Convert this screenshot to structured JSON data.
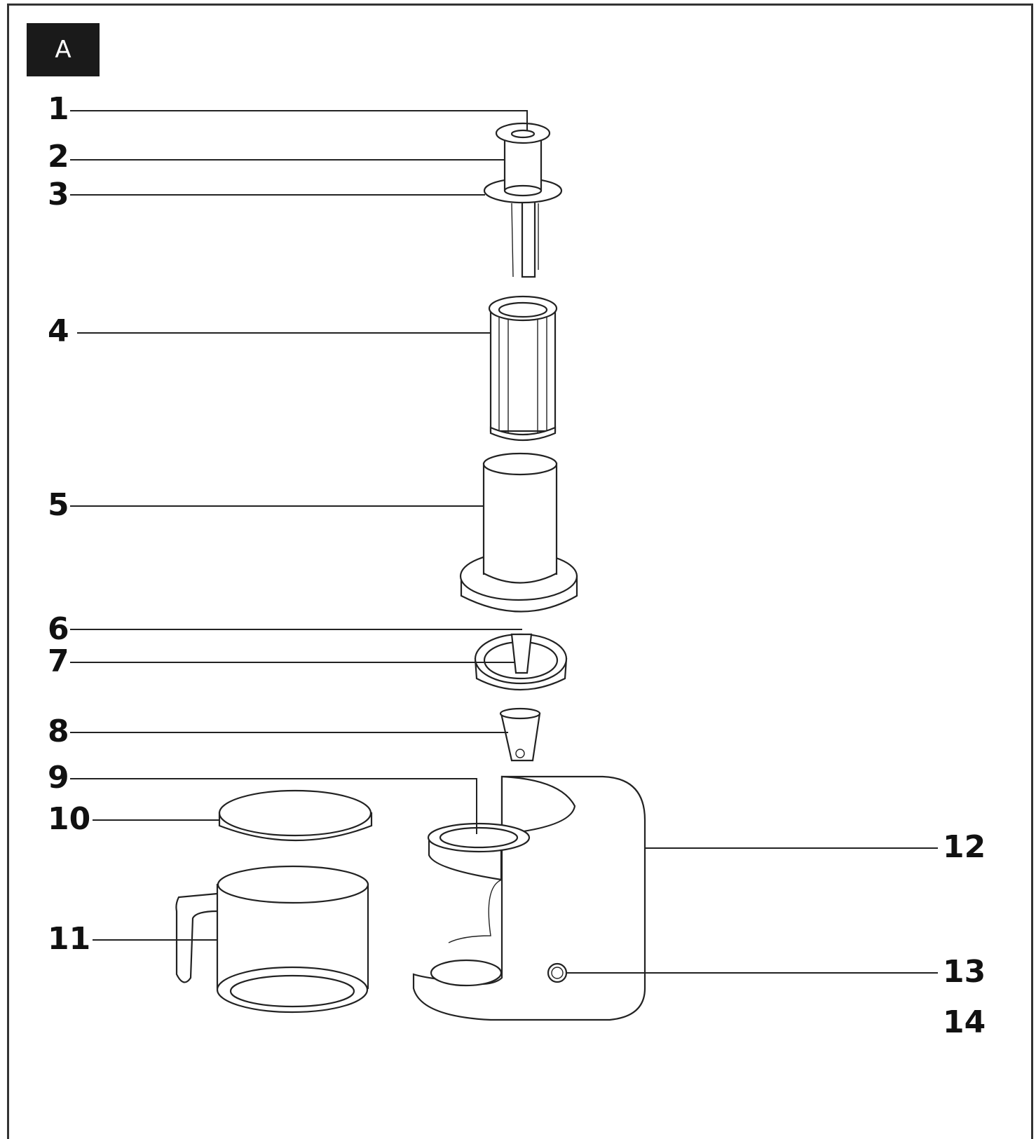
{
  "panel_label": "A",
  "callouts": [
    {
      "id": "1",
      "label": "1"
    },
    {
      "id": "2",
      "label": "2"
    },
    {
      "id": "3",
      "label": "3"
    },
    {
      "id": "4",
      "label": "4"
    },
    {
      "id": "5",
      "label": "5"
    },
    {
      "id": "6",
      "label": "6"
    },
    {
      "id": "7",
      "label": "7"
    },
    {
      "id": "8",
      "label": "8"
    },
    {
      "id": "9",
      "label": "9"
    },
    {
      "id": "10",
      "label": "10"
    },
    {
      "id": "11",
      "label": "11"
    },
    {
      "id": "12",
      "label": "12"
    },
    {
      "id": "13",
      "label": "13"
    },
    {
      "id": "14",
      "label": "14"
    }
  ],
  "colors": {
    "line": "#222222",
    "badge": "#1a1a1a",
    "background": "#ffffff"
  }
}
